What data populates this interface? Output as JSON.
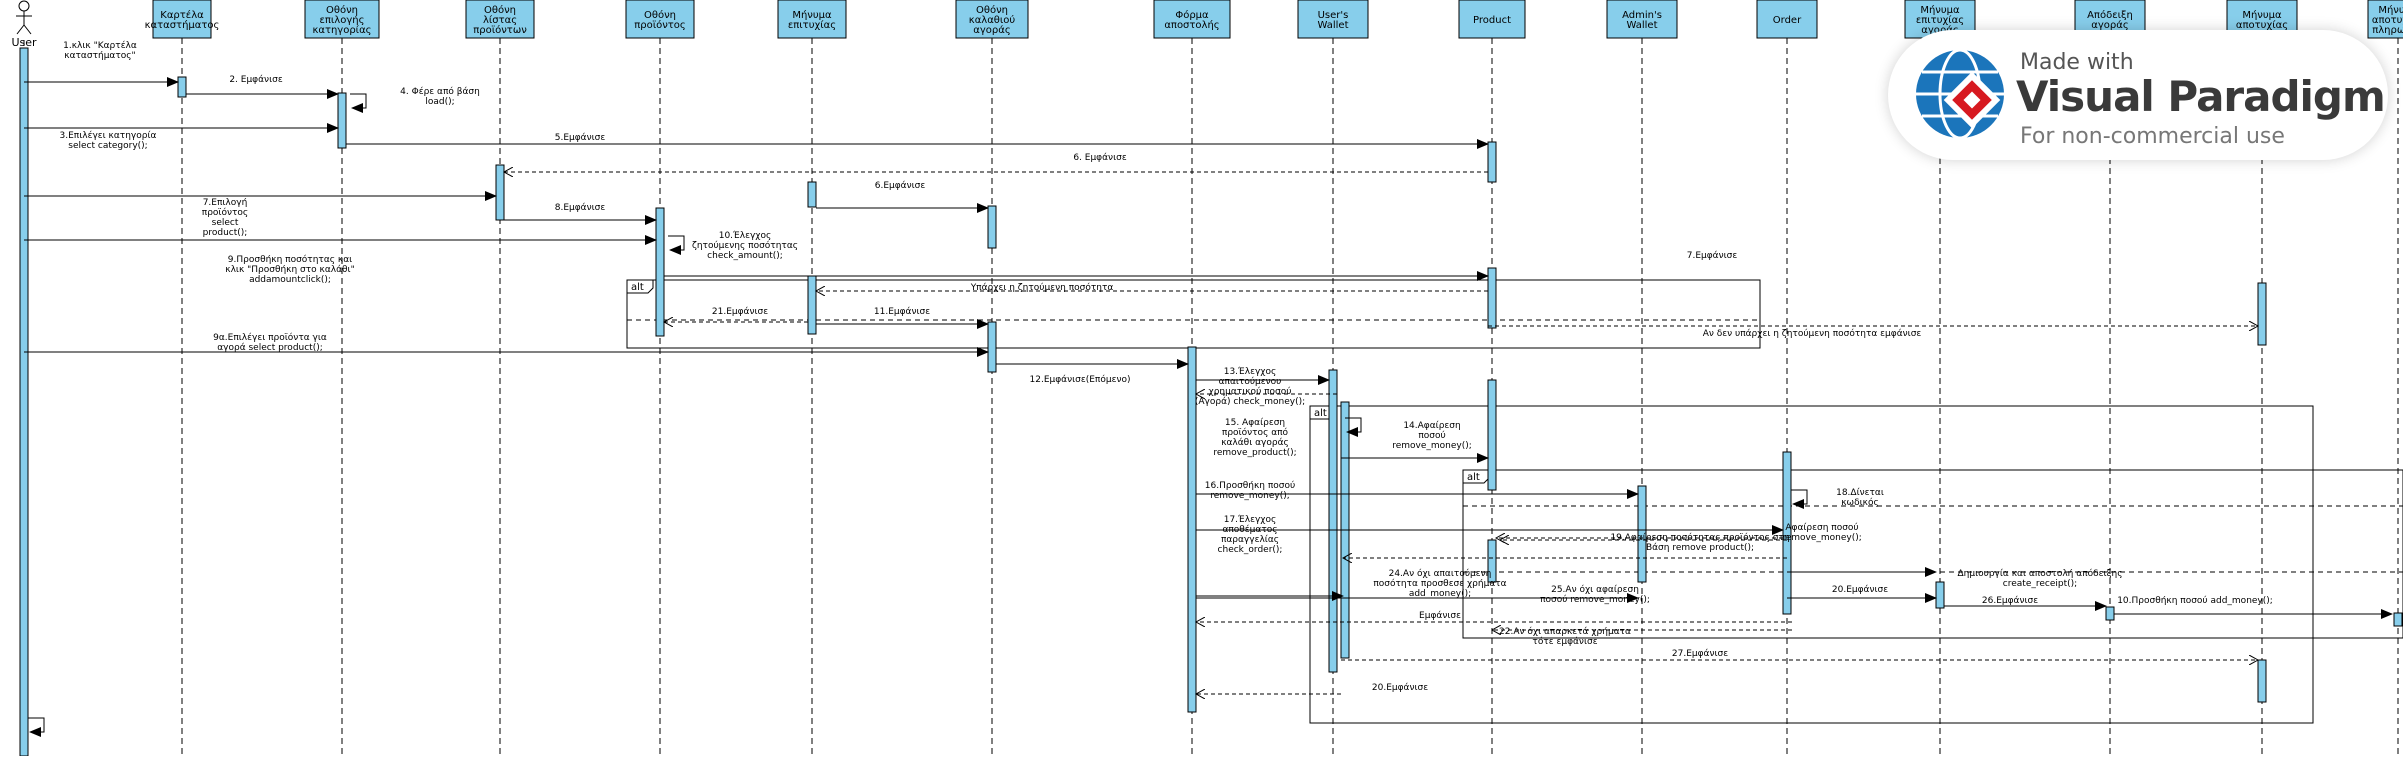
{
  "actors": [
    {
      "id": "user",
      "label": "User"
    },
    {
      "id": "a1",
      "label": "Καρτέλα καταστήματος"
    },
    {
      "id": "a2",
      "label": "Οθόνη επιλογής κατηγορίας"
    },
    {
      "id": "a3",
      "label": "Οθόνη λίστας προϊόντων"
    },
    {
      "id": "a4",
      "label": "Οθόνη προϊόντος"
    },
    {
      "id": "a5",
      "label": "Μήνυμα επιτυχίας"
    },
    {
      "id": "a6",
      "label": "Οθόνη καλαθιού αγοράς"
    },
    {
      "id": "a7",
      "label": "Φόρμα αποστολής"
    },
    {
      "id": "a8",
      "label": "User's Wallet"
    },
    {
      "id": "a9",
      "label": "Product"
    },
    {
      "id": "a10",
      "label": "Admin's Wallet"
    },
    {
      "id": "a11",
      "label": "Order"
    },
    {
      "id": "a12",
      "label": "Μήνυμα επιτυχίας αγοράς"
    },
    {
      "id": "a13",
      "label": "Απόδειξη αγοράς"
    },
    {
      "id": "a14",
      "label": "Μήνυμα αποτυχίας"
    },
    {
      "id": "a15",
      "label": "Μήνυμα αποτυχίας πληρωμής"
    }
  ],
  "messages": [
    {
      "label": "1.κλικ \"Καρτέλα καταστήματος\""
    },
    {
      "label": "2. Εμφάνισε"
    },
    {
      "label": "4. Φέρε από βάση load();"
    },
    {
      "label": "3.Επιλέγει κατηγορία select category();"
    },
    {
      "label": "5.Εμφάνισε"
    },
    {
      "label": "6. Εμφάνισε"
    },
    {
      "label": "6.Εμφάνισε"
    },
    {
      "label": "7.Επιλογή προϊόντος select product();"
    },
    {
      "label": "8.Εμφάνισε"
    },
    {
      "label": "10.Έλεγχος ζητούμενης ποσότητας check_amount();"
    },
    {
      "label": "7.Εμφάνισε"
    },
    {
      "label": "9.Προσθήκη ποσότητας και κλικ \"Προσθήκη στο καλάθι\" addamountclick();"
    },
    {
      "label": "Υπάρχει η ζητούμενη ποσότητα"
    },
    {
      "label": "21.Εμφάνισε"
    },
    {
      "label": "11.Εμφάνισε"
    },
    {
      "label": "Αν δεν υπάρχει η ζητούμενη ποσότητα εμφάνισε"
    },
    {
      "label": "9α.Επιλέγει προϊόντα για αγορά select product();"
    },
    {
      "label": "12.Εμφάνισε(Επόμενο)"
    },
    {
      "label": "13.Έλεγχος απαιτούμενου χρηματικού ποσού (Αγορά) check_money();"
    },
    {
      "label": "15. Αφαίρεση προϊόντος από καλάθι αγοράς remove_product();"
    },
    {
      "label": "14.Αφαίρεση ποσού remove_money();"
    },
    {
      "label": "16.Προσθήκη ποσού remove_money();"
    },
    {
      "label": "18.Δίνεται κωδικός"
    },
    {
      "label": "17.Έλεγχος αποθέματος παραγγελίας check_order();"
    },
    {
      "label": "Αφαίρεση ποσού remove_money();"
    },
    {
      "label": "19.Αφαίρεση ποσότητας προϊόντος στη Βάση remove product();"
    },
    {
      "label": "Δημιουργία και αποστολή απόδειξης create_receipt();"
    },
    {
      "label": "24.Αν όχι απαιτούμενη ποσότητα προσθεσε χρήματα add_money();"
    },
    {
      "label": "25.Αν όχι αφαίρεση ποσού remove_money();"
    },
    {
      "label": "20.Εμφάνισε"
    },
    {
      "label": "26.Εμφάνισε"
    },
    {
      "label": "10.Προσθήκη ποσού add_money();"
    },
    {
      "label": "Εμφάνισε"
    },
    {
      "label": "22.Αν όχι απαρκετά χρήματα τότε εμφάνισε"
    },
    {
      "label": "27.Εμφάνισε"
    },
    {
      "label": "20.Εμφάνισε"
    }
  ],
  "fragments": [
    {
      "label": "alt"
    },
    {
      "label": "alt"
    },
    {
      "label": "alt"
    }
  ],
  "watermark": {
    "made_with": "Made with",
    "brand": "Visual Paradigm",
    "subtitle": "For non-commercial use"
  },
  "colors": {
    "box_fill": "#87CEEB",
    "box_border": "#000000",
    "line": "#000000",
    "logo_blue": "#1b75bb",
    "logo_red": "#d71920"
  }
}
